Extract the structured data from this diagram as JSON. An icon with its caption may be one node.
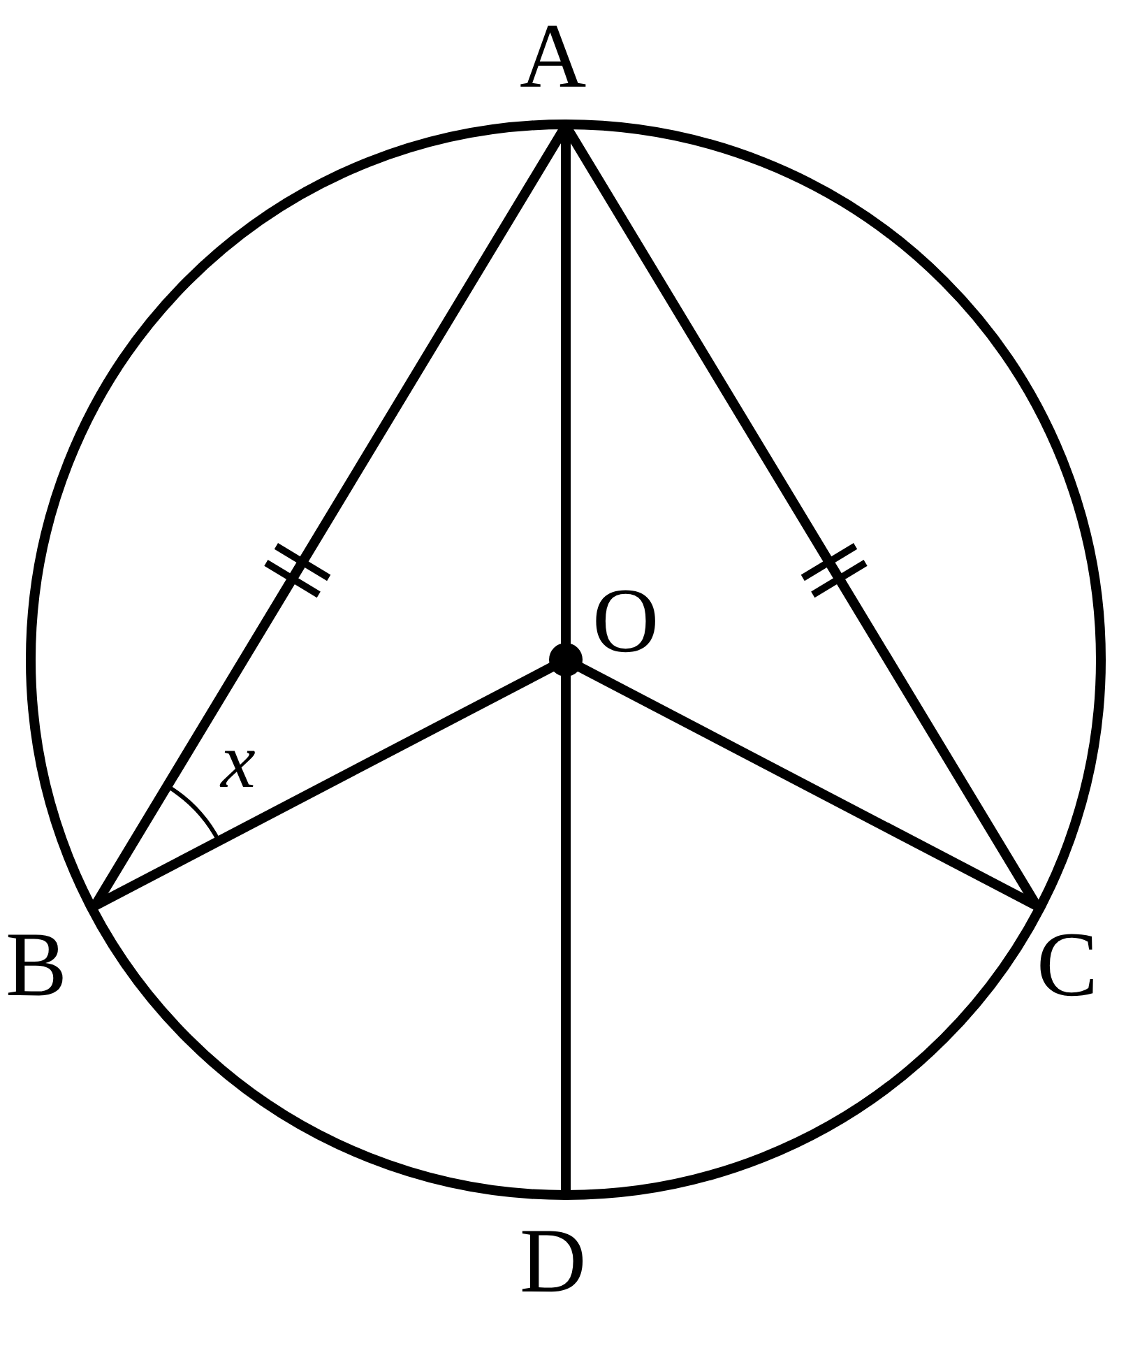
{
  "diagram": {
    "nodes": [
      {
        "text": [
          "A"
        ]
      },
      {
        "text": [
          "O"
        ]
      },
      {
        "text": [
          "B"
        ]
      },
      {
        "text": [
          "C"
        ]
      },
      {
        "text": [
          "D"
        ]
      }
    ],
    "edges": [
      {
        "from": 0,
        "to": 2,
        "arrow": "none"
      },
      {
        "from": 0,
        "to": 3,
        "arrow": "none"
      },
      {
        "from": 0,
        "to": 1,
        "arrow": "none"
      },
      {
        "from": 1,
        "to": 4,
        "arrow": "none"
      },
      {
        "from": 1,
        "to": 2,
        "arrow": "none"
      },
      {
        "from": 1,
        "to": 3,
        "arrow": "none"
      }
    ],
    "labels": [
      "x"
    ]
  }
}
